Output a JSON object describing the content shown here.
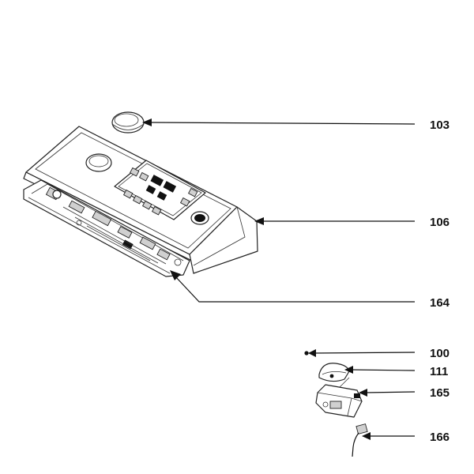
{
  "callouts": [
    {
      "id": "103",
      "label": "103"
    },
    {
      "id": "106",
      "label": "106"
    },
    {
      "id": "164",
      "label": "164"
    },
    {
      "id": "100",
      "label": "100"
    },
    {
      "id": "111",
      "label": "111"
    },
    {
      "id": "165",
      "label": "165"
    },
    {
      "id": "166",
      "label": "166"
    }
  ],
  "parts": [
    {
      "name": "knob-cap"
    },
    {
      "name": "control-panel-fascia"
    },
    {
      "name": "control-board"
    },
    {
      "name": "screw"
    },
    {
      "name": "lid-switch-cover"
    },
    {
      "name": "lid-switch"
    },
    {
      "name": "wire-harness"
    }
  ]
}
